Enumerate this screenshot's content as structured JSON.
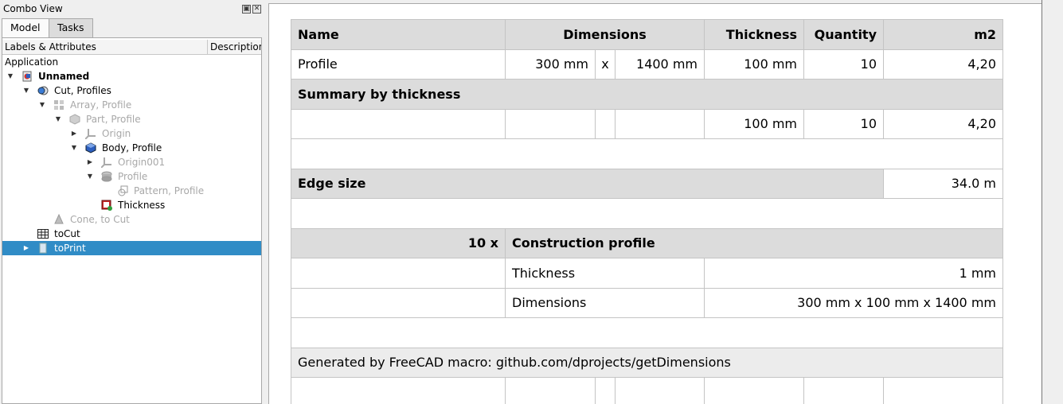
{
  "combo": {
    "title": "Combo View",
    "tabs": [
      "Model",
      "Tasks"
    ],
    "tree_header": [
      "Labels & Attributes",
      "Description"
    ],
    "tree": [
      {
        "label": "Application"
      },
      {
        "label": "Unnamed"
      },
      {
        "label": "Cut, Profiles"
      },
      {
        "label": "Array, Profile"
      },
      {
        "label": "Part, Profile"
      },
      {
        "label": "Origin"
      },
      {
        "label": "Body, Profile"
      },
      {
        "label": "Origin001"
      },
      {
        "label": "Profile"
      },
      {
        "label": "Pattern, Profile"
      },
      {
        "label": "Thickness"
      },
      {
        "label": "Cone, to Cut"
      },
      {
        "label": "toCut"
      },
      {
        "label": "toPrint"
      }
    ]
  },
  "sheet": {
    "header": {
      "name": "Name",
      "dimensions": "Dimensions",
      "thickness": "Thickness",
      "quantity": "Quantity",
      "m2": "m2"
    },
    "profile_row": {
      "name": "Profile",
      "dim1": "300 mm",
      "x": "x",
      "dim2": "1400 mm",
      "thickness": "100 mm",
      "quantity": "10",
      "m2": "4,20"
    },
    "summary_title": "Summary by thickness",
    "summary_row": {
      "thickness": "100 mm",
      "quantity": "10",
      "m2": "4,20"
    },
    "edge_label": "Edge size",
    "edge_value": "34.0 m",
    "construction_qty": "10 x",
    "construction_title": "Construction profile",
    "construction_rows": [
      {
        "label": "Thickness",
        "value": "1 mm"
      },
      {
        "label": "Dimensions",
        "value": "300 mm x 100 mm x 1400 mm"
      }
    ],
    "footer": "Generated by FreeCAD macro: github.com/dprojects/getDimensions"
  }
}
